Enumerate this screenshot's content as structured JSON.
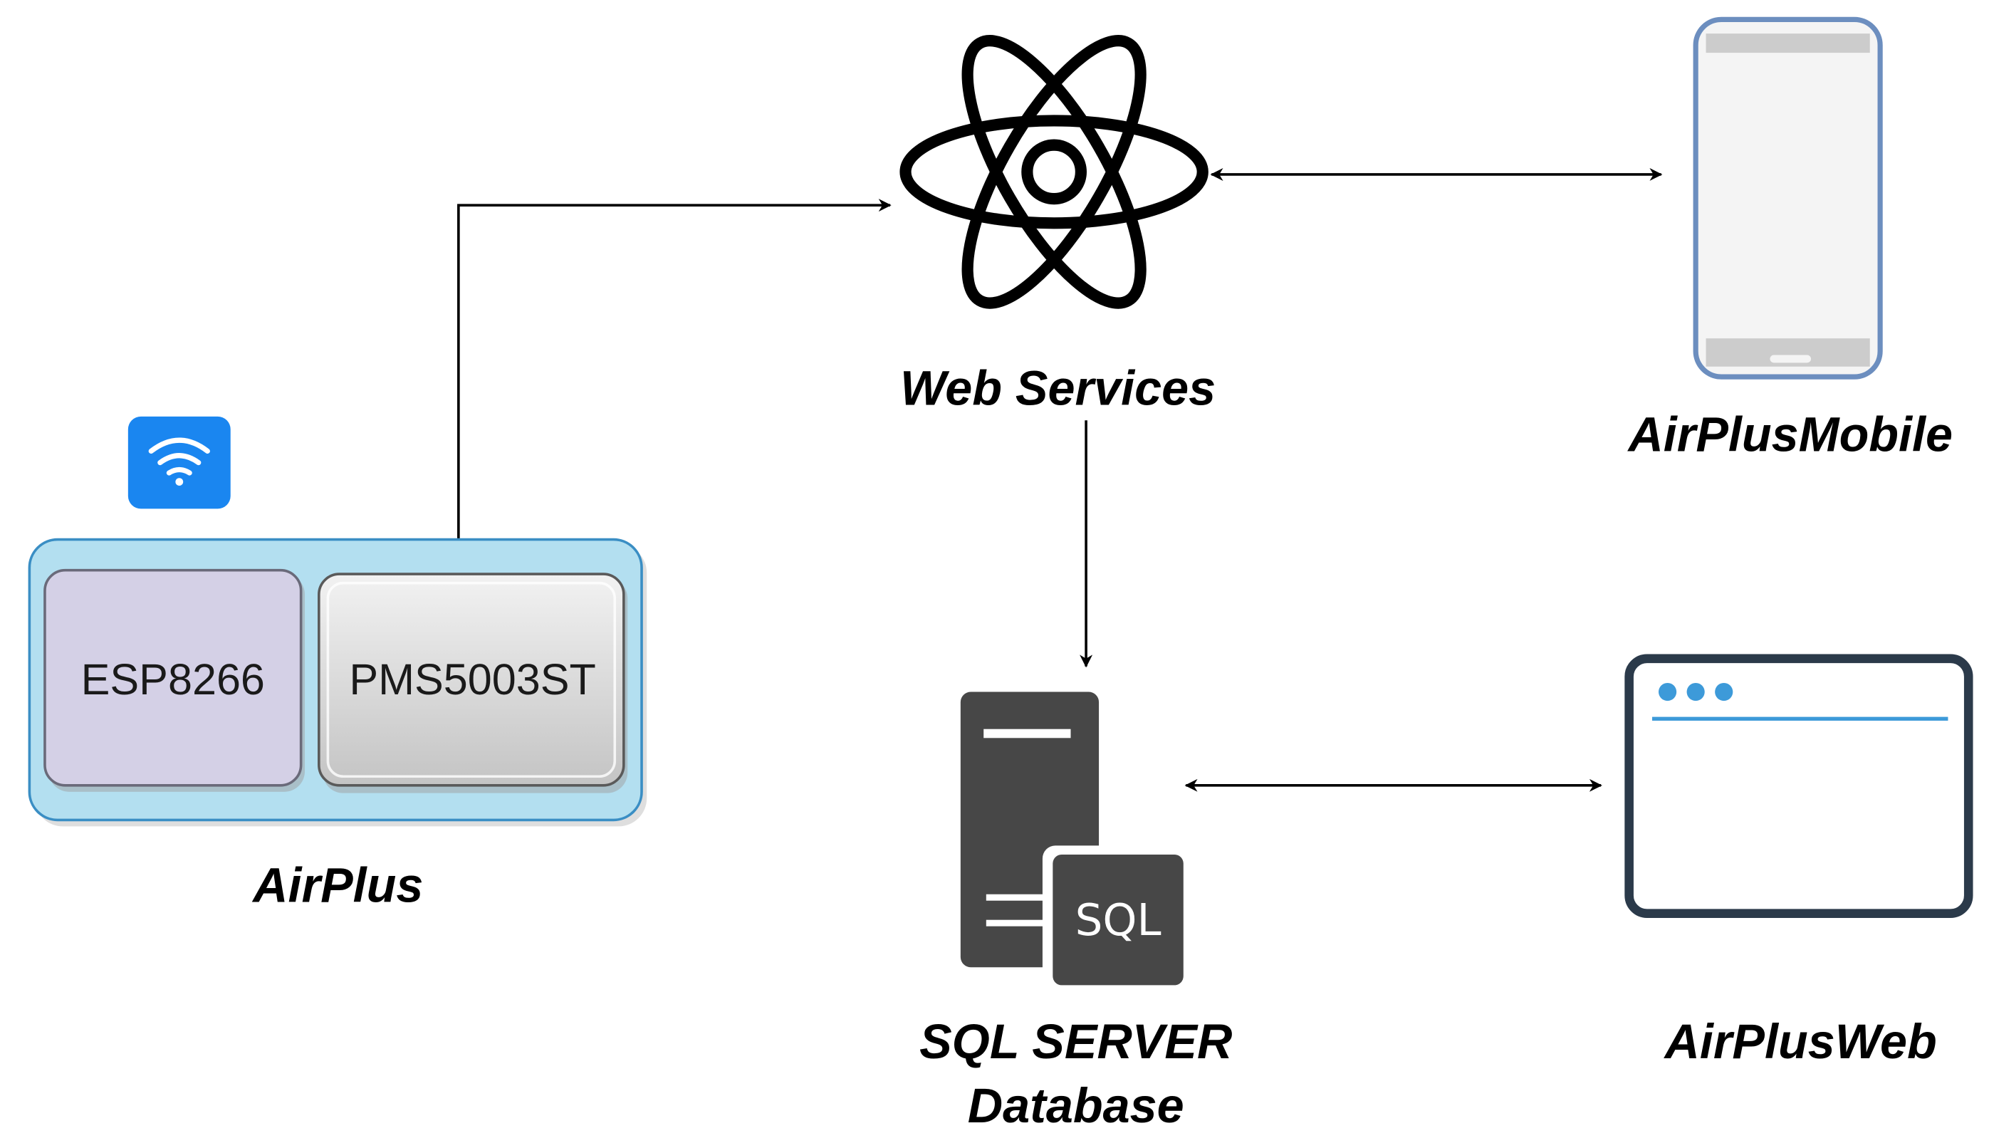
{
  "nodes": {
    "web_services": {
      "label": "Web Services"
    },
    "mobile": {
      "label": "AirPlusMobile"
    },
    "airplus": {
      "label": "AirPlus",
      "chips": [
        "ESP8266",
        "PMS5003ST"
      ]
    },
    "database": {
      "label_line1": "SQL SERVER",
      "label_line2": "Database",
      "icon_text": "SQL"
    },
    "web": {
      "label": "AirPlusWeb"
    }
  },
  "icons": {
    "wifi": "wifi-icon",
    "web_services": "atom-icon",
    "mobile": "smartphone-icon",
    "database": "sql-server-icon",
    "web": "browser-window-icon"
  },
  "colors": {
    "wifi_bg": "#1a86f0",
    "airplus_container": "#b3dff0",
    "airplus_border": "#3a8ec4",
    "esp_chip": "#d4d0e6",
    "pms_chip": "#dadada",
    "mobile_frame": "#6c8ebf",
    "server": "#474747",
    "browser_frame": "#2b3a4a",
    "browser_accent": "#3d9ad9"
  }
}
